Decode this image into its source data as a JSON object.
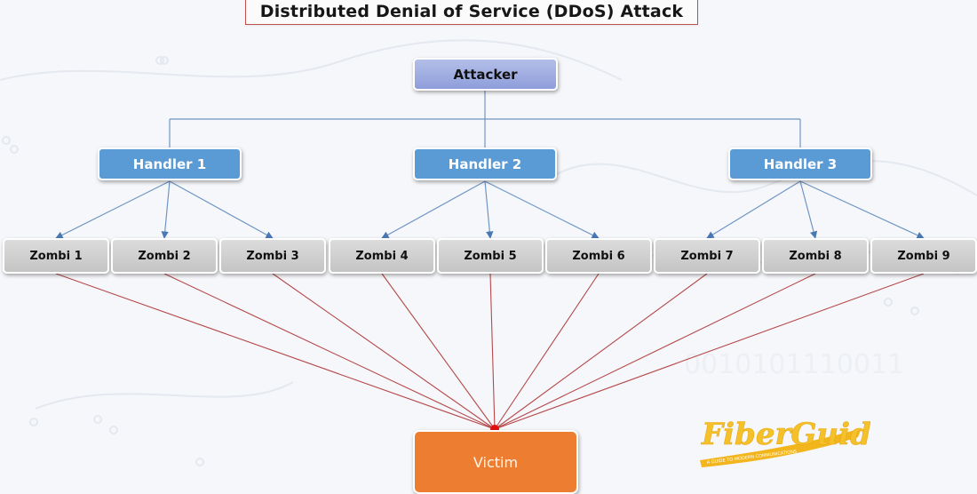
{
  "title": "Distributed Denial of Service (DDoS) Attack",
  "attacker": {
    "label": "Attacker"
  },
  "handlers": [
    {
      "label": "Handler 1",
      "zombies": [
        0,
        1,
        2
      ]
    },
    {
      "label": "Handler 2",
      "zombies": [
        3,
        4,
        5
      ]
    },
    {
      "label": "Handler 3",
      "zombies": [
        6,
        7,
        8
      ]
    }
  ],
  "zombies": [
    {
      "label": "Zombi 1"
    },
    {
      "label": "Zombi 2"
    },
    {
      "label": "Zombi 3"
    },
    {
      "label": "Zombi 4"
    },
    {
      "label": "Zombi 5"
    },
    {
      "label": "Zombi 6"
    },
    {
      "label": "Zombi 7"
    },
    {
      "label": "Zombi 8"
    },
    {
      "label": "Zombi 9"
    }
  ],
  "victim": {
    "label": "Victim"
  },
  "logo": {
    "name": "FiberGuide",
    "tagline": "A GUIDE TO MODERN COMMUNICATIONS"
  },
  "background": {
    "watermark_text": "0010101110011"
  },
  "colors": {
    "attacker": "#9aa8e0",
    "handler": "#5b9bd5",
    "zombie": "#cfcfcf",
    "victim": "#ed7d31",
    "control_link": "#4a78b5",
    "attack_link": "#b5484a",
    "title_border": "#c0504d",
    "logo": "#f2b51c"
  }
}
